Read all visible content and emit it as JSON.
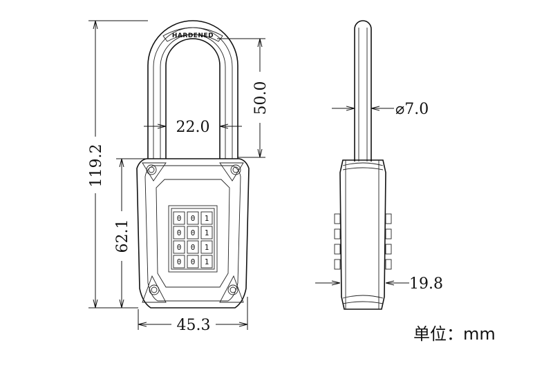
{
  "front_view": {
    "shackle_stamp": "HARDENED",
    "dial_digits": [
      "0",
      "0",
      "1"
    ],
    "dims": {
      "overall_height": "119.2",
      "shackle_height": "50.0",
      "shackle_inner_width": "22.0",
      "body_height": "62.1",
      "body_width": "45.3"
    }
  },
  "side_view": {
    "dims": {
      "shackle_diameter": "⌀7.0",
      "body_thickness": "19.8"
    }
  },
  "unit_label": "单位：mm"
}
